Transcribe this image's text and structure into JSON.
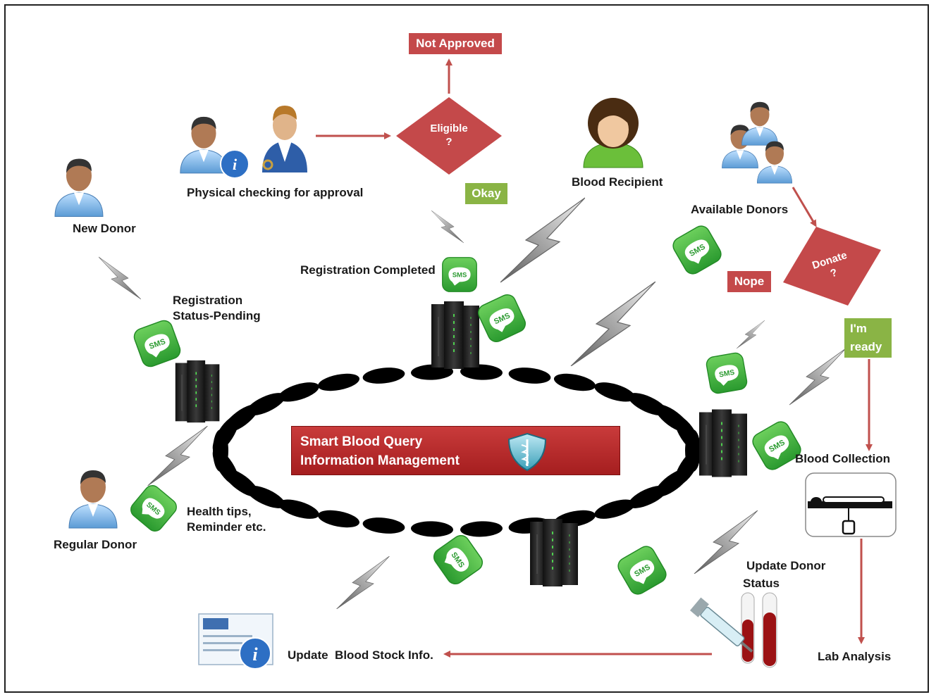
{
  "diagram": {
    "labels": {
      "new_donor": "New Donor",
      "registration_pending_line1": "Registration",
      "registration_pending_line2": "Status-Pending",
      "physical_checking": "Physical checking for approval",
      "registration_completed": "Registration Completed",
      "blood_recipient": "Blood Recipient",
      "available_donors": "Available Donors",
      "blood_collection": "Blood Collection",
      "update_donor_status_line1": "Update Donor",
      "update_donor_status_line2": "Status",
      "lab_analysis": "Lab Analysis",
      "update_blood_stock": "Update  Blood Stock Info.",
      "health_tips_line1": "Health tips,",
      "health_tips_line2": "Reminder etc.",
      "regular_donor": "Regular Donor"
    },
    "tags": {
      "not_approved": "Not Approved",
      "okay": "Okay",
      "nope": "Nope",
      "im_ready_line1": "I'm",
      "im_ready_line2": "ready"
    },
    "decisions": {
      "eligible_line1": "Eligible",
      "eligible_line2": "?",
      "donate_line1": "Donate",
      "donate_line2": "?"
    },
    "banner": {
      "line1": "Smart Blood Query",
      "line2": "Information Management"
    },
    "sms_label": "SMS",
    "icons": [
      "person-icon",
      "doctor-icon",
      "info-icon",
      "server-icon",
      "sms-bubble-icon",
      "lightning-icon",
      "medical-shield-icon",
      "blood-collection-icon",
      "syringe-icon",
      "test-tube-icon",
      "document-info-icon"
    ],
    "colors": {
      "red_accent": "#c4494a",
      "green_accent": "#8ab445",
      "arrow": "#c0504d",
      "sms_green": "#3aa63a"
    }
  }
}
